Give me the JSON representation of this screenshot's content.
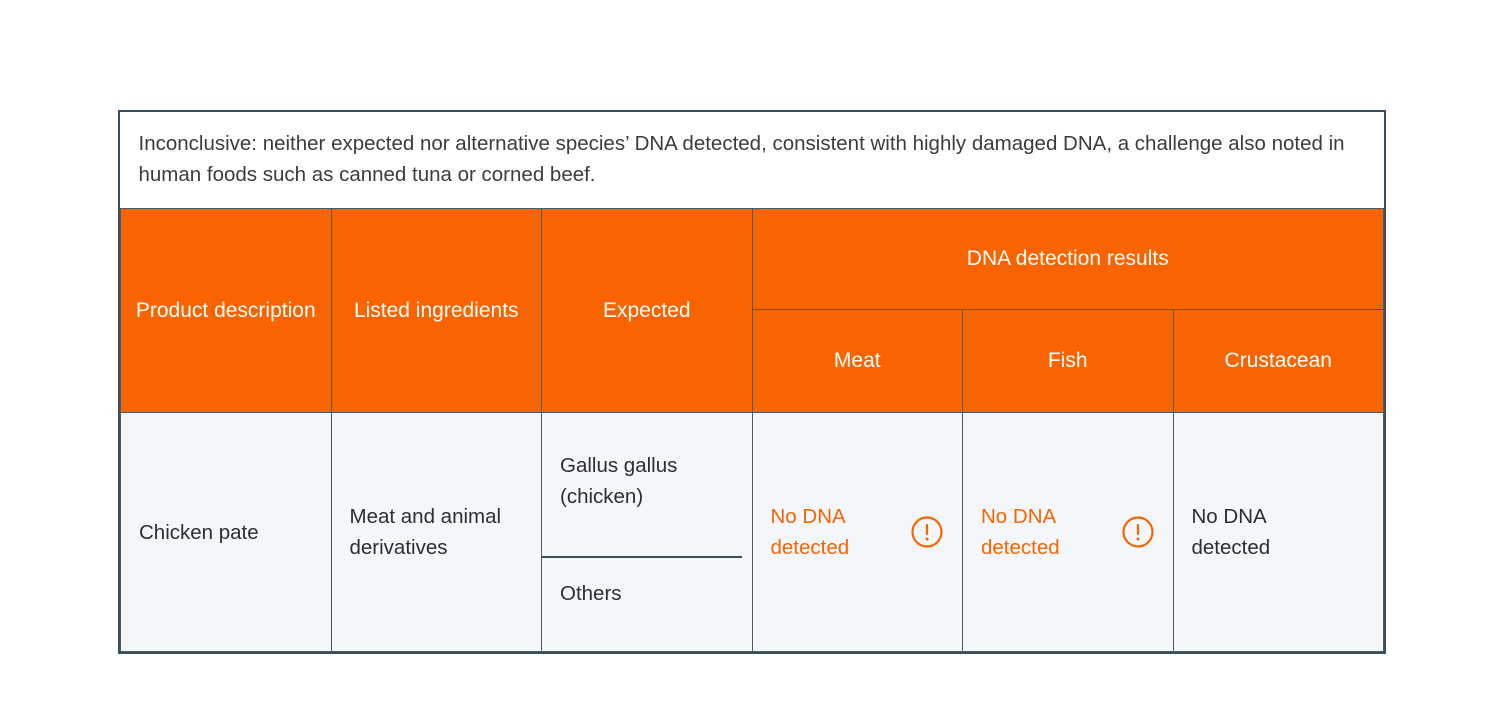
{
  "colors": {
    "header_orange": "#FA6400",
    "alert_text": "#FA6400",
    "border": "#37505c",
    "body_background": "#F4F7FA",
    "text_dark": "#2e2e2e"
  },
  "caption": {
    "text": "Inconclusive: neither expected nor alternative species’ DNA detected, consistent with highly damaged DNA, a challenge also noted in human foods such as canned tuna or corned beef."
  },
  "table": {
    "headers": {
      "product_description": "Product description",
      "listed_ingredients": "Listed ingredients",
      "expected": "Expected",
      "dna_detection_results": "DNA detection results",
      "meat": "Meat",
      "fish": "Fish",
      "crustacean": "Crustacean"
    },
    "rows": [
      {
        "product_description": "Chicken pate",
        "listed_ingredients": "Meat and animal derivatives",
        "expected_primary": "Gallus gallus (chicken)",
        "expected_secondary": "Others",
        "results": {
          "meat": {
            "text": "No DNA detected",
            "alert": true,
            "icon": "alert-circle-icon"
          },
          "fish": {
            "text": "No DNA detected",
            "alert": true,
            "icon": "alert-circle-icon"
          },
          "crustacean": {
            "text": "No DNA detected",
            "alert": false,
            "icon": null
          }
        }
      }
    ]
  }
}
